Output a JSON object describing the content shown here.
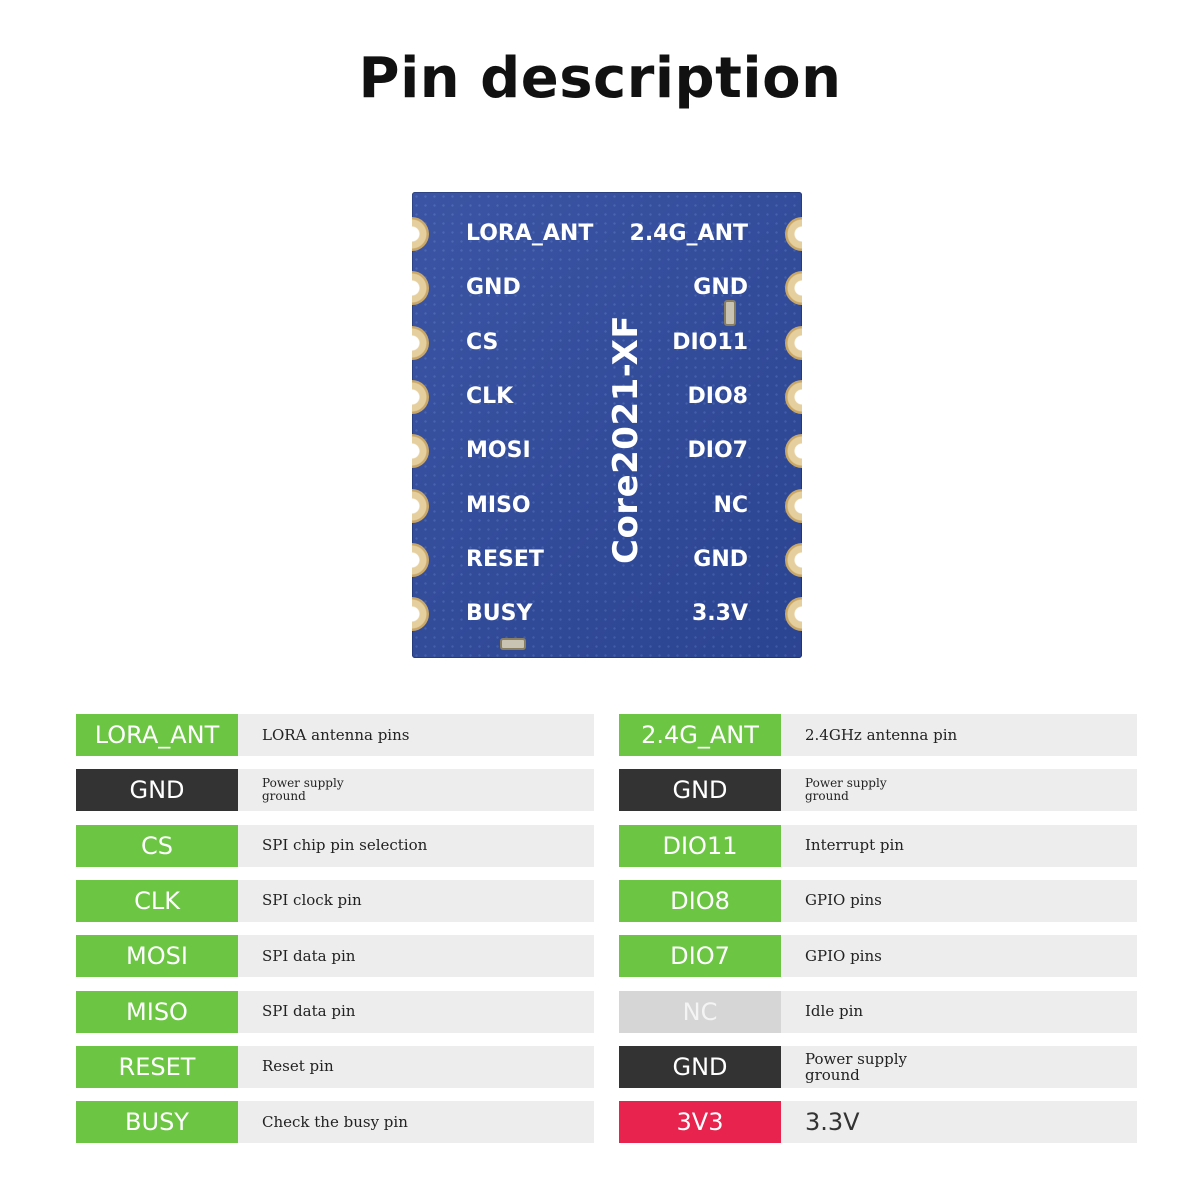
{
  "title": "Pin description",
  "board": {
    "name": "Core2021-XF",
    "board_color": "#2f4a9e",
    "left_pins": [
      "LORA_ANT",
      "GND",
      "CS",
      "CLK",
      "MOSI",
      "MISO",
      "RESET",
      "BUSY"
    ],
    "right_pins": [
      "2.4G_ANT",
      "GND",
      "DIO11",
      "DIO8",
      "DIO7",
      "NC",
      "GND",
      "3.3V"
    ]
  },
  "colors": {
    "green": "#6cc644",
    "dark": "#333333",
    "gray": "#d6d6d6",
    "red": "#e8234e"
  },
  "table": {
    "left": [
      {
        "pin": "LORA_ANT",
        "desc": "LORA antenna pins",
        "color": "green",
        "size": "normal"
      },
      {
        "pin": "GND",
        "desc": "Power supply ground",
        "color": "dark",
        "size": "small"
      },
      {
        "pin": "CS",
        "desc": "SPI chip pin selection",
        "color": "green",
        "size": "normal"
      },
      {
        "pin": "CLK",
        "desc": "SPI clock pin",
        "color": "green",
        "size": "normal"
      },
      {
        "pin": "MOSI",
        "desc": "SPI data pin",
        "color": "green",
        "size": "normal"
      },
      {
        "pin": "MISO",
        "desc": "SPI data pin",
        "color": "green",
        "size": "normal"
      },
      {
        "pin": "RESET",
        "desc": "Reset pin",
        "color": "green",
        "size": "normal"
      },
      {
        "pin": "BUSY",
        "desc": "Check the busy pin",
        "color": "green",
        "size": "normal"
      }
    ],
    "right": [
      {
        "pin": "2.4G_ANT",
        "desc": "2.4GHz antenna pin",
        "color": "green",
        "size": "normal"
      },
      {
        "pin": "GND",
        "desc": "Power supply ground",
        "color": "dark",
        "size": "small"
      },
      {
        "pin": "DIO11",
        "desc": "Interrupt pin",
        "color": "green",
        "size": "normal"
      },
      {
        "pin": "DIO8",
        "desc": "GPIO pins",
        "color": "green",
        "size": "normal"
      },
      {
        "pin": "DIO7",
        "desc": "GPIO pins",
        "color": "green",
        "size": "normal"
      },
      {
        "pin": "NC",
        "desc": "Idle pin",
        "color": "gray",
        "size": "normal"
      },
      {
        "pin": "GND",
        "desc": "Power supply ground",
        "color": "dark",
        "size": "medium"
      },
      {
        "pin": "3V3",
        "desc": "3.3V",
        "color": "red",
        "size": "large"
      }
    ]
  }
}
